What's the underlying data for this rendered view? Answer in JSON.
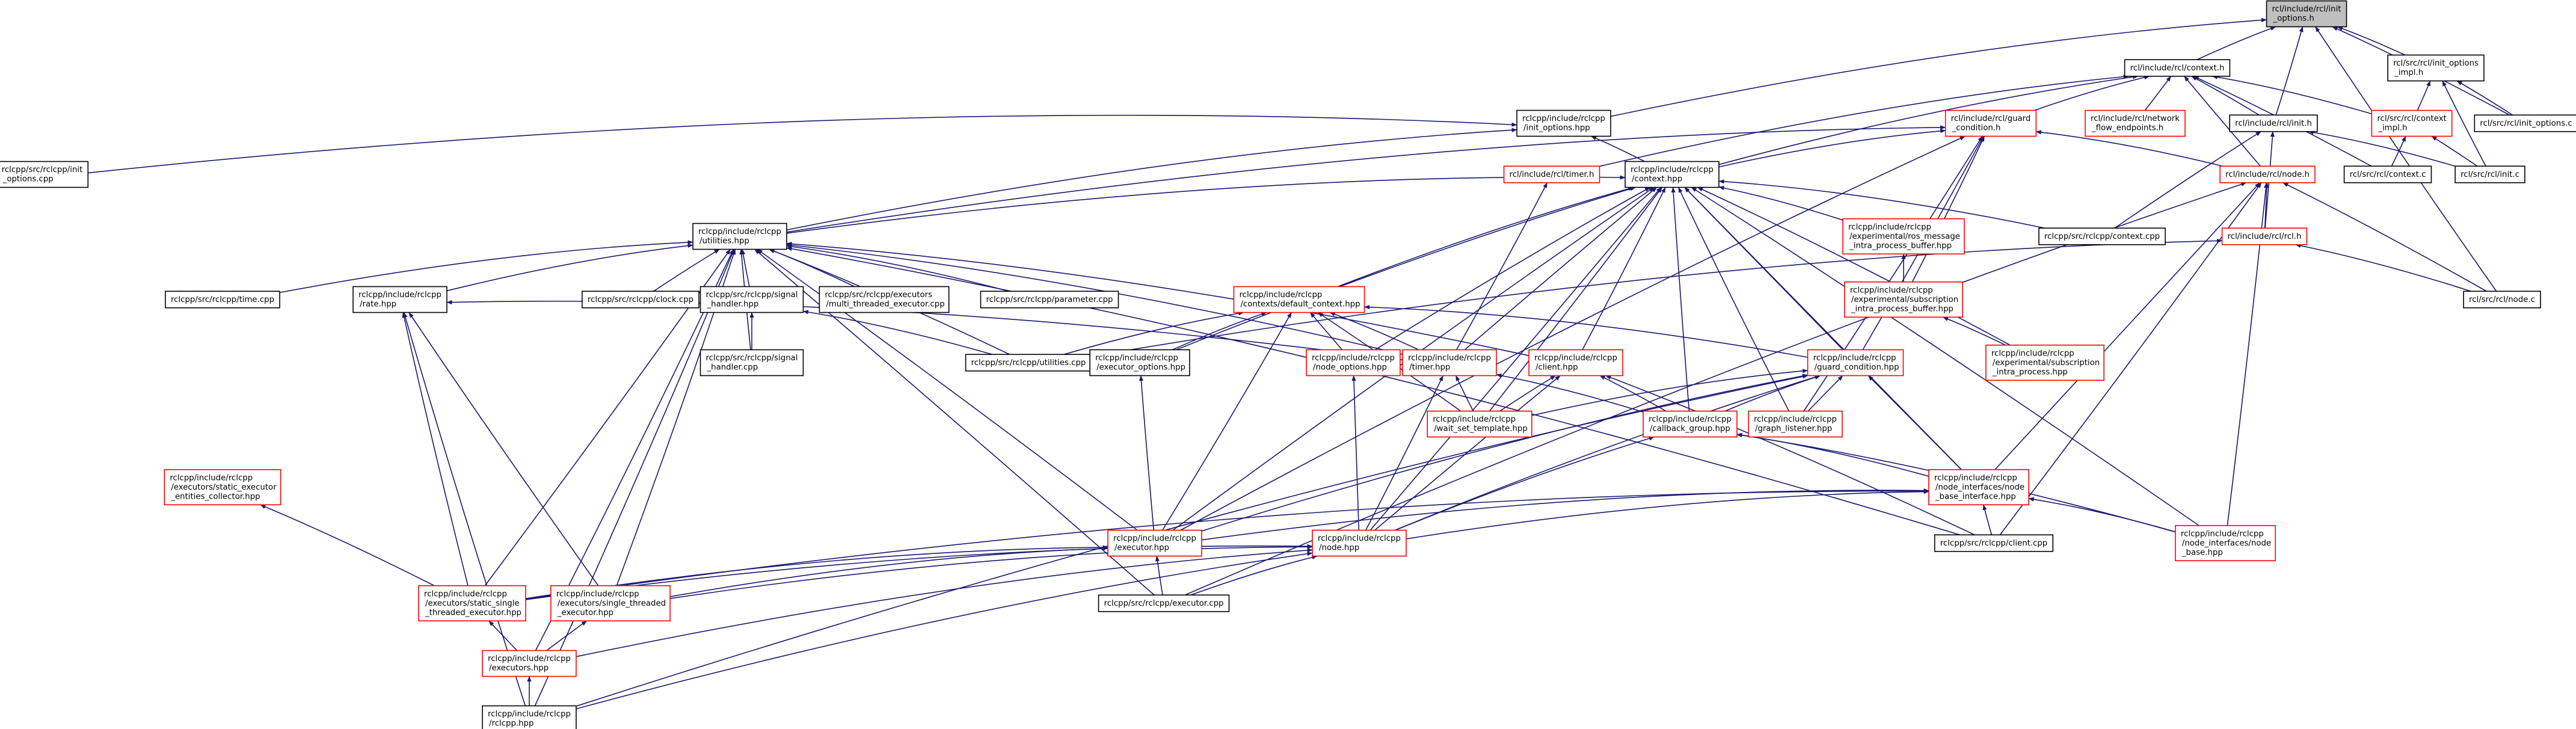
{
  "colors": {
    "edge": "#191970",
    "root_fill": "#bfbfbf",
    "node_fill": "#ffffff",
    "normal_border": "#000000",
    "incomplete_border": "#ff0000"
  },
  "nodes": [
    {
      "id": "init_options_h",
      "lines": [
        "rcl/include/rcl/init",
        "_options.h"
      ],
      "root": true
    },
    {
      "id": "context_h",
      "lines": [
        "rcl/include/rcl/context.h"
      ]
    },
    {
      "id": "init_options_impl_h",
      "lines": [
        "rcl/src/rcl/init_options",
        "_impl.h"
      ]
    },
    {
      "id": "rclcpp_init_options_hpp",
      "lines": [
        "rclcpp/include/rclcpp",
        "/init_options.hpp"
      ]
    },
    {
      "id": "rcl_guard_condition_h",
      "lines": [
        "rcl/include/rcl/guard",
        "_condition.h"
      ],
      "incomplete": true
    },
    {
      "id": "rcl_network_flow_endpoints_h",
      "lines": [
        "rcl/include/rcl/network",
        "_flow_endpoints.h"
      ],
      "incomplete": true
    },
    {
      "id": "rcl_init_h",
      "lines": [
        "rcl/include/rcl/init.h"
      ]
    },
    {
      "id": "rcl_context_impl_h",
      "lines": [
        "rcl/src/rcl/context",
        "_impl.h"
      ],
      "incomplete": true
    },
    {
      "id": "rcl_init_options_c",
      "lines": [
        "rcl/src/rcl/init_options.c"
      ]
    },
    {
      "id": "rclcpp_init_options_cpp",
      "lines": [
        "rclcpp/src/rclcpp/init",
        "_options.cpp"
      ]
    },
    {
      "id": "rcl_timer_h",
      "lines": [
        "rcl/include/rcl/timer.h"
      ],
      "incomplete": true
    },
    {
      "id": "rclcpp_context_hpp",
      "lines": [
        "rclcpp/include/rclcpp",
        "/context.hpp"
      ]
    },
    {
      "id": "rcl_node_h",
      "lines": [
        "rcl/include/rcl/node.h"
      ],
      "incomplete": true
    },
    {
      "id": "rcl_context_c",
      "lines": [
        "rcl/src/rcl/context.c"
      ]
    },
    {
      "id": "rcl_init_c",
      "lines": [
        "rcl/src/rcl/init.c"
      ]
    },
    {
      "id": "rclcpp_utilities_hpp",
      "lines": [
        "rclcpp/include/rclcpp",
        "/utilities.hpp"
      ]
    },
    {
      "id": "ros_message_ipb_hpp",
      "lines": [
        "rclcpp/include/rclcpp",
        "/experimental/ros_message",
        "_intra_process_buffer.hpp"
      ],
      "incomplete": true
    },
    {
      "id": "rclcpp_context_cpp",
      "lines": [
        "rclcpp/src/rclcpp/context.cpp"
      ]
    },
    {
      "id": "rcl_rcl_h",
      "lines": [
        "rcl/include/rcl/rcl.h"
      ],
      "incomplete": true
    },
    {
      "id": "rcl_node_c",
      "lines": [
        "rcl/src/rcl/node.c"
      ]
    },
    {
      "id": "rclcpp_time_cpp",
      "lines": [
        "rclcpp/src/rclcpp/time.cpp"
      ]
    },
    {
      "id": "rclcpp_rate_hpp",
      "lines": [
        "rclcpp/include/rclcpp",
        "/rate.hpp"
      ]
    },
    {
      "id": "rclcpp_clock_cpp",
      "lines": [
        "rclcpp/src/rclcpp/clock.cpp"
      ]
    },
    {
      "id": "rclcpp_signal_handler_hpp",
      "lines": [
        "rclcpp/src/rclcpp/signal",
        "_handler.hpp"
      ]
    },
    {
      "id": "rclcpp_mte_cpp",
      "lines": [
        "rclcpp/src/rclcpp/executors",
        "/multi_threaded_executor.cpp"
      ]
    },
    {
      "id": "rclcpp_parameter_cpp",
      "lines": [
        "rclcpp/src/rclcpp/parameter.cpp"
      ]
    },
    {
      "id": "default_context_hpp",
      "lines": [
        "rclcpp/include/rclcpp",
        "/contexts/default_context.hpp"
      ],
      "incomplete": true
    },
    {
      "id": "sub_ipb_hpp",
      "lines": [
        "rclcpp/include/rclcpp",
        "/experimental/subscription",
        "_intra_process_buffer.hpp"
      ],
      "incomplete": true
    },
    {
      "id": "rclcpp_signal_handler_cpp",
      "lines": [
        "rclcpp/src/rclcpp/signal",
        "_handler.cpp"
      ]
    },
    {
      "id": "rclcpp_utilities_cpp",
      "lines": [
        "rclcpp/src/rclcpp/utilities.cpp"
      ]
    },
    {
      "id": "executor_options_hpp",
      "lines": [
        "rclcpp/include/rclcpp",
        "/executor_options.hpp"
      ]
    },
    {
      "id": "node_options_hpp",
      "lines": [
        "rclcpp/include/rclcpp",
        "/node_options.hpp"
      ],
      "incomplete": true
    },
    {
      "id": "timer_hpp",
      "lines": [
        "rclcpp/include/rclcpp",
        "/timer.hpp"
      ],
      "incomplete": true
    },
    {
      "id": "client_hpp",
      "lines": [
        "rclcpp/include/rclcpp",
        "/client.hpp"
      ],
      "incomplete": true
    },
    {
      "id": "guard_condition_hpp",
      "lines": [
        "rclcpp/include/rclcpp",
        "/guard_condition.hpp"
      ],
      "incomplete": true
    },
    {
      "id": "sub_ip_hpp",
      "lines": [
        "rclcpp/include/rclcpp",
        "/experimental/subscription",
        "_intra_process.hpp"
      ],
      "incomplete": true
    },
    {
      "id": "wait_set_template_hpp",
      "lines": [
        "rclcpp/include/rclcpp",
        "/wait_set_template.hpp"
      ],
      "incomplete": true
    },
    {
      "id": "callback_group_hpp",
      "lines": [
        "rclcpp/include/rclcpp",
        "/callback_group.hpp"
      ],
      "incomplete": true
    },
    {
      "id": "graph_listener_hpp",
      "lines": [
        "rclcpp/include/rclcpp",
        "/graph_listener.hpp"
      ],
      "incomplete": true
    },
    {
      "id": "static_executor_ec_hpp",
      "lines": [
        "rclcpp/include/rclcpp",
        "/executors/static_executor",
        "_entities_collector.hpp"
      ],
      "incomplete": true
    },
    {
      "id": "node_base_interface_hpp",
      "lines": [
        "rclcpp/include/rclcpp",
        "/node_interfaces/node",
        "_base_interface.hpp"
      ],
      "incomplete": true
    },
    {
      "id": "executor_hpp",
      "lines": [
        "rclcpp/include/rclcpp",
        "/executor.hpp"
      ],
      "incomplete": true
    },
    {
      "id": "node_hpp",
      "lines": [
        "rclcpp/include/rclcpp",
        "/node.hpp"
      ],
      "incomplete": true
    },
    {
      "id": "rclcpp_client_cpp",
      "lines": [
        "rclcpp/src/rclcpp/client.cpp"
      ]
    },
    {
      "id": "node_base_hpp",
      "lines": [
        "rclcpp/include/rclcpp",
        "/node_interfaces/node",
        "_base.hpp"
      ],
      "incomplete": true
    },
    {
      "id": "static_ste_hpp",
      "lines": [
        "rclcpp/include/rclcpp",
        "/executors/static_single",
        "_threaded_executor.hpp"
      ],
      "incomplete": true
    },
    {
      "id": "ste_hpp",
      "lines": [
        "rclcpp/include/rclcpp",
        "/executors/single_threaded",
        "_executor.hpp"
      ],
      "incomplete": true
    },
    {
      "id": "rclcpp_executor_cpp",
      "lines": [
        "rclcpp/src/rclcpp/executor.cpp"
      ]
    },
    {
      "id": "executors_hpp",
      "lines": [
        "rclcpp/include/rclcpp",
        "/executors.hpp"
      ],
      "incomplete": true
    },
    {
      "id": "rclcpp_hpp",
      "lines": [
        "rclcpp/include/rclcpp",
        "/rclcpp.hpp"
      ]
    }
  ],
  "edges": [
    [
      "context_h",
      "init_options_h"
    ],
    [
      "init_options_impl_h",
      "init_options_h"
    ],
    [
      "rclcpp_init_options_hpp",
      "init_options_h"
    ],
    [
      "rcl_init_h",
      "init_options_h"
    ],
    [
      "rcl_init_options_c",
      "init_options_h"
    ],
    [
      "rcl_node_c",
      "init_options_h"
    ],
    [
      "rcl_context_impl_h",
      "init_options_impl_h"
    ],
    [
      "rcl_init_options_c",
      "init_options_impl_h"
    ],
    [
      "rcl_init_c",
      "init_options_impl_h"
    ],
    [
      "rcl_guard_condition_h",
      "context_h"
    ],
    [
      "rcl_network_flow_endpoints_h",
      "context_h"
    ],
    [
      "rcl_init_h",
      "context_h"
    ],
    [
      "rcl_context_impl_h",
      "context_h"
    ],
    [
      "rcl_timer_h",
      "context_h"
    ],
    [
      "rclcpp_context_hpp",
      "context_h"
    ],
    [
      "rcl_node_h",
      "context_h"
    ],
    [
      "rcl_context_c",
      "context_h"
    ],
    [
      "rclcpp_context_hpp",
      "rclcpp_init_options_hpp"
    ],
    [
      "rclcpp_utilities_hpp",
      "rclcpp_init_options_hpp"
    ],
    [
      "rclcpp_init_options_cpp",
      "rclcpp_init_options_hpp"
    ],
    [
      "rclcpp_context_hpp",
      "rcl_guard_condition_h"
    ],
    [
      "rcl_node_h",
      "rcl_guard_condition_h"
    ],
    [
      "guard_condition_hpp",
      "rcl_guard_condition_h"
    ],
    [
      "graph_listener_hpp",
      "rcl_guard_condition_h"
    ],
    [
      "sub_ipb_hpp",
      "rcl_guard_condition_h"
    ],
    [
      "rclcpp_utilities_hpp",
      "rcl_guard_condition_h"
    ],
    [
      "executor_hpp",
      "rcl_guard_condition_h"
    ],
    [
      "rcl_rcl_h",
      "rcl_init_h"
    ],
    [
      "rcl_init_c",
      "rcl_init_h"
    ],
    [
      "rclcpp_context_cpp",
      "rcl_init_h"
    ],
    [
      "rcl_context_c",
      "rcl_context_impl_h"
    ],
    [
      "rcl_init_c",
      "rcl_context_impl_h"
    ],
    [
      "timer_hpp",
      "rcl_timer_h"
    ],
    [
      "rclcpp_utilities_hpp",
      "rclcpp_context_hpp"
    ],
    [
      "ros_message_ipb_hpp",
      "rclcpp_context_hpp"
    ],
    [
      "rclcpp_context_cpp",
      "rclcpp_context_hpp"
    ],
    [
      "default_context_hpp",
      "rclcpp_context_hpp"
    ],
    [
      "executor_options_hpp",
      "rclcpp_context_hpp"
    ],
    [
      "node_options_hpp",
      "rclcpp_context_hpp"
    ],
    [
      "timer_hpp",
      "rclcpp_context_hpp"
    ],
    [
      "client_hpp",
      "rclcpp_context_hpp"
    ],
    [
      "guard_condition_hpp",
      "rclcpp_context_hpp"
    ],
    [
      "sub_ip_hpp",
      "rclcpp_context_hpp"
    ],
    [
      "wait_set_template_hpp",
      "rclcpp_context_hpp"
    ],
    [
      "callback_group_hpp",
      "rclcpp_context_hpp"
    ],
    [
      "graph_listener_hpp",
      "rclcpp_context_hpp"
    ],
    [
      "node_base_interface_hpp",
      "rclcpp_context_hpp"
    ],
    [
      "node_base_hpp",
      "rclcpp_context_hpp"
    ],
    [
      "node_hpp",
      "rclcpp_context_hpp"
    ],
    [
      "executor_hpp",
      "rclcpp_context_hpp"
    ],
    [
      "rcl_rcl_h",
      "rcl_node_h"
    ],
    [
      "rcl_node_c",
      "rcl_node_h"
    ],
    [
      "node_base_interface_hpp",
      "rcl_node_h"
    ],
    [
      "node_base_hpp",
      "rcl_node_h"
    ],
    [
      "rclcpp_client_cpp",
      "rcl_node_h"
    ],
    [
      "rclcpp_executor_cpp",
      "rcl_node_h"
    ],
    [
      "rcl_node_c",
      "rcl_rcl_h"
    ],
    [
      "rclcpp_utilities_cpp",
      "rcl_rcl_h"
    ],
    [
      "sub_ipb_hpp",
      "ros_message_ipb_hpp"
    ],
    [
      "sub_ip_hpp",
      "sub_ipb_hpp"
    ],
    [
      "rclcpp_time_cpp",
      "rclcpp_utilities_hpp"
    ],
    [
      "rclcpp_rate_hpp",
      "rclcpp_utilities_hpp"
    ],
    [
      "rclcpp_clock_cpp",
      "rclcpp_utilities_hpp"
    ],
    [
      "rclcpp_signal_handler_hpp",
      "rclcpp_utilities_hpp"
    ],
    [
      "rclcpp_mte_cpp",
      "rclcpp_utilities_hpp"
    ],
    [
      "rclcpp_parameter_cpp",
      "rclcpp_utilities_hpp"
    ],
    [
      "rclcpp_signal_handler_cpp",
      "rclcpp_utilities_hpp"
    ],
    [
      "rclcpp_utilities_cpp",
      "rclcpp_utilities_hpp"
    ],
    [
      "timer_hpp",
      "rclcpp_utilities_hpp"
    ],
    [
      "client_hpp",
      "rclcpp_utilities_hpp"
    ],
    [
      "executor_hpp",
      "rclcpp_utilities_hpp"
    ],
    [
      "static_ste_hpp",
      "rclcpp_utilities_hpp"
    ],
    [
      "ste_hpp",
      "rclcpp_utilities_hpp"
    ],
    [
      "executors_hpp",
      "rclcpp_utilities_hpp"
    ],
    [
      "rclcpp_hpp",
      "rclcpp_utilities_hpp"
    ],
    [
      "rclcpp_executor_cpp",
      "rclcpp_utilities_hpp"
    ],
    [
      "rclcpp_client_cpp",
      "rclcpp_utilities_hpp"
    ],
    [
      "timer_hpp",
      "rclcpp_rate_hpp"
    ],
    [
      "static_ste_hpp",
      "rclcpp_rate_hpp"
    ],
    [
      "ste_hpp",
      "rclcpp_rate_hpp"
    ],
    [
      "rclcpp_hpp",
      "rclcpp_rate_hpp"
    ],
    [
      "rclcpp_signal_handler_cpp",
      "rclcpp_signal_handler_hpp"
    ],
    [
      "rclcpp_utilities_cpp",
      "rclcpp_signal_handler_hpp"
    ],
    [
      "rclcpp_utilities_cpp",
      "default_context_hpp"
    ],
    [
      "executor_options_hpp",
      "default_context_hpp"
    ],
    [
      "node_options_hpp",
      "default_context_hpp"
    ],
    [
      "timer_hpp",
      "default_context_hpp"
    ],
    [
      "guard_condition_hpp",
      "default_context_hpp"
    ],
    [
      "wait_set_template_hpp",
      "default_context_hpp"
    ],
    [
      "executor_hpp",
      "default_context_hpp"
    ],
    [
      "executor_hpp",
      "executor_options_hpp"
    ],
    [
      "node_hpp",
      "node_options_hpp"
    ],
    [
      "wait_set_template_hpp",
      "timer_hpp"
    ],
    [
      "callback_group_hpp",
      "timer_hpp"
    ],
    [
      "node_hpp",
      "timer_hpp"
    ],
    [
      "wait_set_template_hpp",
      "client_hpp"
    ],
    [
      "callback_group_hpp",
      "client_hpp"
    ],
    [
      "node_hpp",
      "client_hpp"
    ],
    [
      "rclcpp_client_cpp",
      "client_hpp"
    ],
    [
      "callback_group_hpp",
      "guard_condition_hpp"
    ],
    [
      "graph_listener_hpp",
      "guard_condition_hpp"
    ],
    [
      "node_base_interface_hpp",
      "guard_condition_hpp"
    ],
    [
      "executor_hpp",
      "guard_condition_hpp"
    ],
    [
      "node_hpp",
      "guard_condition_hpp"
    ],
    [
      "wait_set_template_hpp",
      "guard_condition_hpp"
    ],
    [
      "rclcpp_hpp",
      "guard_condition_hpp"
    ],
    [
      "node_base_interface_hpp",
      "callback_group_hpp"
    ],
    [
      "node_base_hpp",
      "callback_group_hpp"
    ],
    [
      "node_hpp",
      "callback_group_hpp"
    ],
    [
      "static_ste_hpp",
      "static_executor_ec_hpp"
    ],
    [
      "executor_hpp",
      "node_base_interface_hpp"
    ],
    [
      "node_hpp",
      "node_base_interface_hpp"
    ],
    [
      "rclcpp_client_cpp",
      "node_base_interface_hpp"
    ],
    [
      "node_base_hpp",
      "node_base_interface_hpp"
    ],
    [
      "static_ste_hpp",
      "node_base_interface_hpp"
    ],
    [
      "static_ste_hpp",
      "executor_hpp"
    ],
    [
      "ste_hpp",
      "executor_hpp"
    ],
    [
      "rclcpp_executor_cpp",
      "executor_hpp"
    ],
    [
      "static_ste_hpp",
      "node_hpp"
    ],
    [
      "ste_hpp",
      "node_hpp"
    ],
    [
      "rclcpp_executor_cpp",
      "node_hpp"
    ],
    [
      "executors_hpp",
      "node_hpp"
    ],
    [
      "rclcpp_hpp",
      "node_hpp"
    ],
    [
      "executors_hpp",
      "static_ste_hpp"
    ],
    [
      "executors_hpp",
      "ste_hpp"
    ],
    [
      "rclcpp_hpp",
      "executors_hpp"
    ]
  ]
}
